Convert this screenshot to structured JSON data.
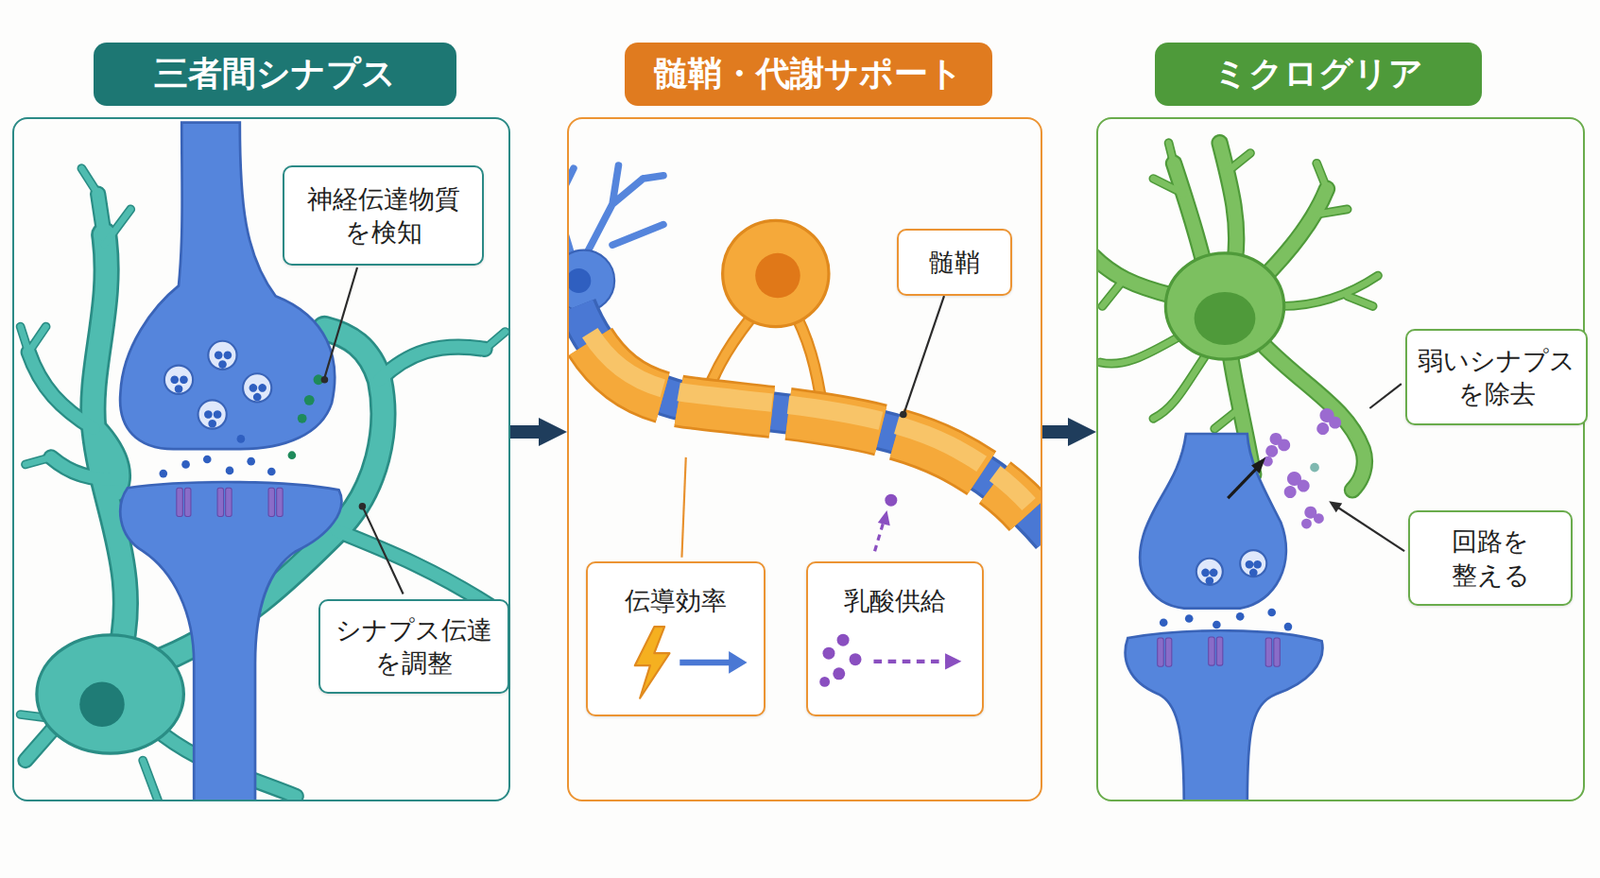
{
  "diagram": {
    "nodes": [
      {
        "text": [
          "三者間シナプス"
        ]
      },
      {
        "text": [
          "神経伝達物質 を検知"
        ],
        "in": 0
      },
      {
        "text": [
          "シナプス伝達 を調整"
        ],
        "in": 0
      },
      {
        "text": [
          "髄鞘・代謝サポート"
        ]
      },
      {
        "text": [
          "髄鞘"
        ],
        "in": 3
      },
      {
        "text": [
          "伝導効率"
        ],
        "in": 3
      },
      {
        "text": [
          "乳酸供給"
        ],
        "in": 3
      },
      {
        "text": [
          "ミクログリア"
        ]
      },
      {
        "text": [
          "弱いシナプス を除去"
        ],
        "in": 7
      },
      {
        "text": [
          "回路を 整える"
        ],
        "in": 7
      }
    ],
    "edges": [
      {
        "from": 0,
        "to": 3,
        "arrow": "to"
      },
      {
        "from": 3,
        "to": 7,
        "arrow": "to"
      }
    ]
  }
}
